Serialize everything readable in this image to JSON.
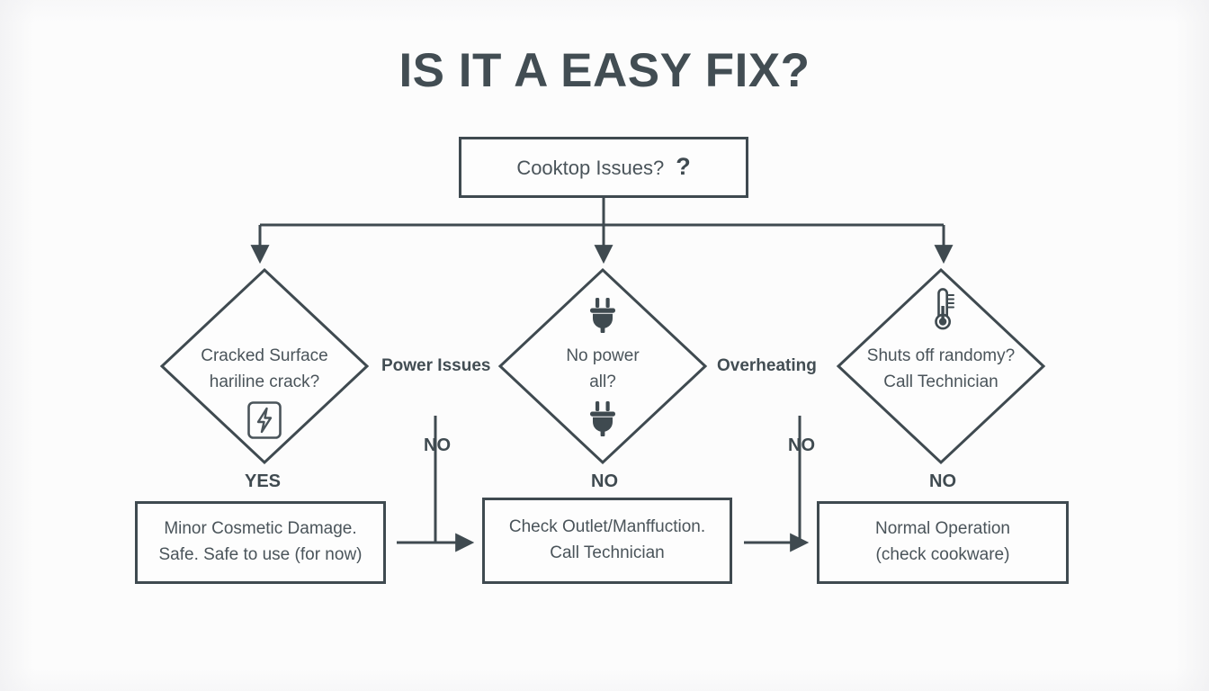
{
  "title": "IS IT A EASY FIX?",
  "theme": {
    "background": "#fcfcfc",
    "stroke": "#3f4a50",
    "text": "#4a545a",
    "title_color": "#424d53"
  },
  "root": {
    "label": "Cooktop Issues?",
    "marker": "?"
  },
  "branches": [
    {
      "id": "cracked-surface",
      "icon": "lightning-bolt-icon",
      "line1": "Cracked Surface",
      "line2": "hariline crack?",
      "outcome_label": "YES",
      "terminal": {
        "line1": "Minor Cosmetic Damage.",
        "line2": "Safe. Safe to use (for now)"
      }
    },
    {
      "id": "no-power",
      "icon": "power-plug-icon",
      "line1": "No power",
      "line2": "all?",
      "outcome_label": "NO",
      "terminal": {
        "line1": "Check Outlet/Manffuction.",
        "line2": "Call Technician"
      }
    },
    {
      "id": "shuts-off",
      "icon": "thermometer-icon",
      "line1": "Shuts off randomy?",
      "line2": "Call Technician",
      "outcome_label": "NO",
      "terminal": {
        "line1": "Normal Operation",
        "line2": "(check cookware)"
      }
    }
  ],
  "edges": {
    "power_issues": "Power Issues",
    "overheating": "Overheating",
    "no_left": "NO",
    "no_right": "NO"
  }
}
